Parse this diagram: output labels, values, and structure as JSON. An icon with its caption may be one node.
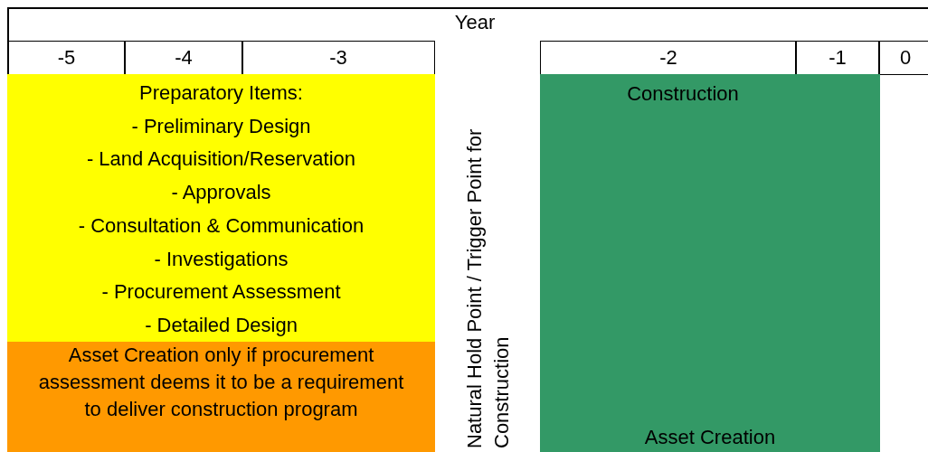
{
  "diagram": {
    "nodes": [
      {
        "text": [
          "Preparatory Items:",
          "- Preliminary Design",
          "- Land Acquisition/Reservation",
          "- Approvals",
          "- Consultation & Communication",
          "- Investigations",
          "- Procurement Assessment",
          "- Detailed Design"
        ]
      },
      {
        "text": [
          "Asset Creation only if procurement assessment deems it to be a requirement to deliver construction program"
        ]
      },
      {
        "text": [
          "Construction",
          "Asset Creation"
        ]
      }
    ],
    "edges": [],
    "labels": [
      "Year",
      "-5",
      "-4",
      "-3",
      "Natural Hold Point / Trigger Point for Construction",
      "-2",
      "-1",
      "0"
    ]
  }
}
